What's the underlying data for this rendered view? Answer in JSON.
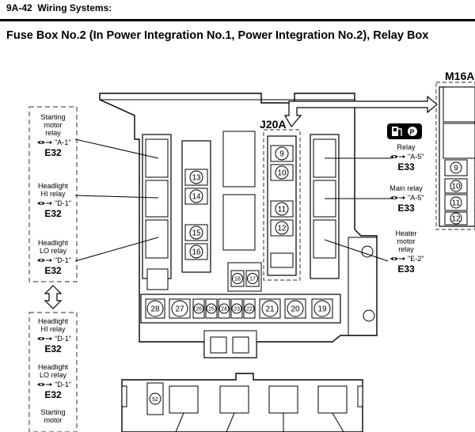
{
  "header": {
    "page_ref": "9A-42",
    "section": "Wiring Systems:"
  },
  "title": "Fuse Box No.2 (In Power Integration No.1, Power Integration No.2), Relay Box",
  "connectors": {
    "j20a": "J20A",
    "m16a": "M16A"
  },
  "left_panel_top": [
    {
      "name_lines": [
        "Starting",
        "motor",
        "relay"
      ],
      "ref": "\"A-1\"",
      "connector": "E32"
    },
    {
      "name_lines": [
        "Headlight",
        "HI relay"
      ],
      "ref": "\"D-1\"",
      "connector": "E32"
    },
    {
      "name_lines": [
        "Headlight",
        "LO relay"
      ],
      "ref": "\"D-1\"",
      "connector": "E32"
    }
  ],
  "left_panel_bottom": [
    {
      "name_lines": [
        "Headlight",
        "HI relay"
      ],
      "ref": "\"D-1\"",
      "connector": "E32"
    },
    {
      "name_lines": [
        "Headlight",
        "LO relay"
      ],
      "ref": "\"D-1\"",
      "connector": "E32"
    },
    {
      "name_lines": [
        "Starting",
        "motor"
      ],
      "ref": "",
      "connector": ""
    }
  ],
  "right_labels": [
    {
      "name_lines": [
        "Relay"
      ],
      "ref": "\"A-5\"",
      "connector": "E33"
    },
    {
      "name_lines": [
        "Main relay"
      ],
      "ref": "\"A-5\"",
      "connector": "E33"
    },
    {
      "name_lines": [
        "Heater",
        "motor",
        "relay"
      ],
      "ref": "\"E-2\"",
      "connector": "E33"
    }
  ],
  "fuse_numbers": {
    "left_column": [
      "13",
      "14",
      "15",
      "16"
    ],
    "j20a_column": [
      "9",
      "10",
      "11",
      "12"
    ],
    "small_pair": [
      "18",
      "17"
    ],
    "bottom_row": [
      "28",
      "27",
      "26",
      "25",
      "24",
      "23",
      "22",
      "21",
      "20",
      "19"
    ],
    "m16a_column": [
      "9",
      "10",
      "11",
      "12"
    ],
    "relay_box": "52"
  },
  "colors": {
    "line": "#000000",
    "panel_dash": "#555555",
    "background": "#ffffff"
  },
  "icons": [
    "eye-arrow-icon",
    "fuel-pump-icon",
    "double-arrow-icon"
  ]
}
